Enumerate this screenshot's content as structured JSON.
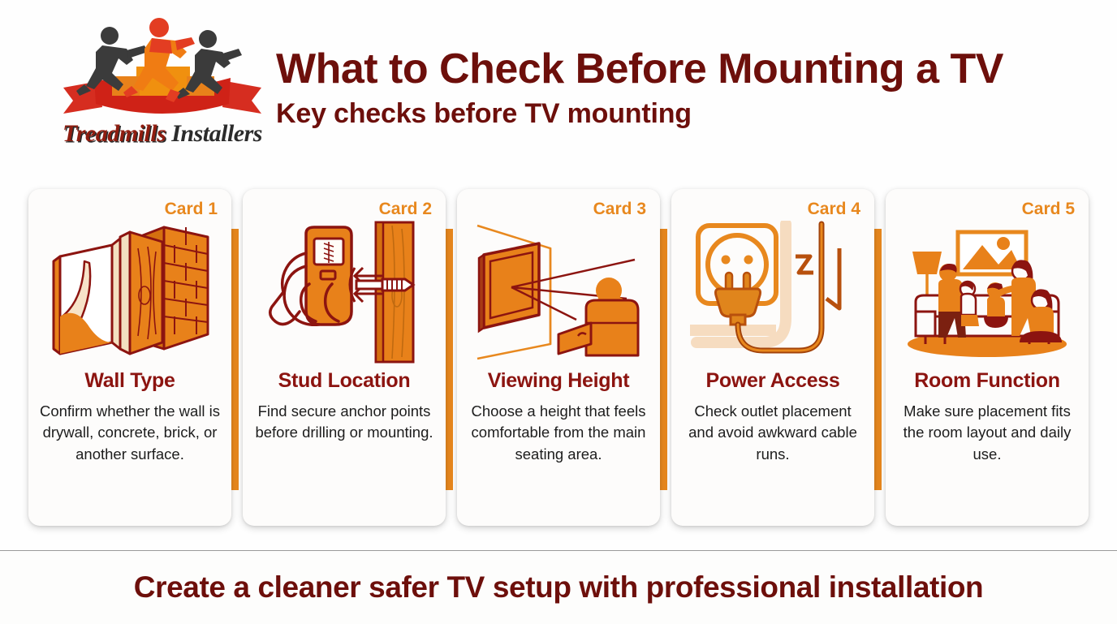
{
  "brand": {
    "logo_name_part1": "Treadmills",
    "logo_name_part2": " Installers",
    "logo_icon": "three-runners-on-podium-with-ribbon"
  },
  "header": {
    "title": "What to Check Before Mounting a TV",
    "subtitle": "Key checks before TV mounting"
  },
  "colors": {
    "accent_orange": "#E8881E",
    "dark_maroon": "#6D0F0B",
    "card_title_maroon": "#8C1410",
    "body_text": "#1D1D1D",
    "card_background": "#FDFCFB",
    "page_background": "#FEFEFE"
  },
  "cards": [
    {
      "badge": "Card 1",
      "title": "Wall Type",
      "body": "Confirm whether the wall is drywall, concrete, brick, or another surface.",
      "icon": "layered-wall-drywall-wood-brick-icon"
    },
    {
      "badge": "Card 2",
      "title": "Stud Location",
      "body": "Find secure anchor points before drilling or mounting.",
      "icon": "hand-holding-stud-finder-icon"
    },
    {
      "badge": "Card 3",
      "title": "Viewing Height",
      "body": "Choose a height that feels comfortable from the main seating area.",
      "icon": "wall-mounted-tv-with-seated-viewer-icon"
    },
    {
      "badge": "Card 4",
      "title": "Power Access",
      "body": "Check outlet placement and avoid awkward cable runs.",
      "icon": "wall-outlet-with-plug-and-cable-icon"
    },
    {
      "badge": "Card 5",
      "title": "Room Function",
      "body": "Make sure placement fits the room layout and daily use.",
      "icon": "family-on-couch-in-living-room-icon"
    }
  ],
  "footer": {
    "text": "Create a cleaner safer TV setup with professional installation"
  }
}
